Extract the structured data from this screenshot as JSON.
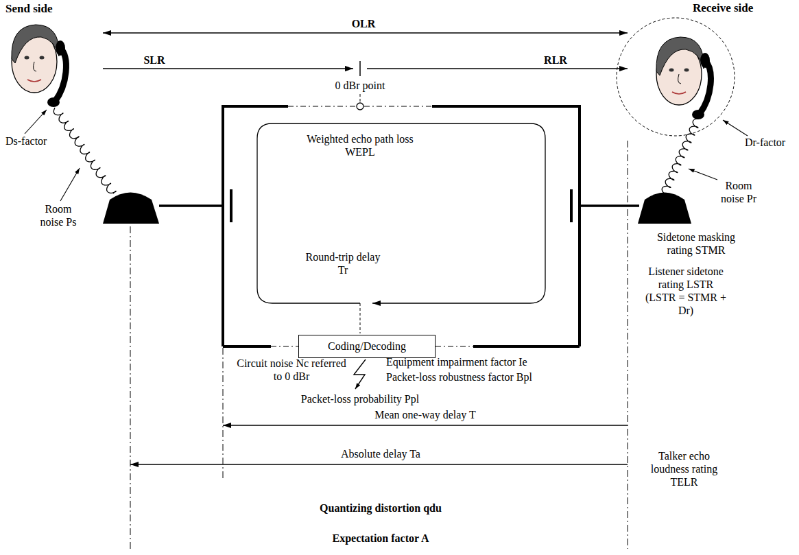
{
  "diagram": {
    "nodes": [
      {
        "text": [
          "Weighted echo path loss WEPL",
          "Round-trip delay Tr"
        ]
      },
      {
        "text": [
          "Coding/Decoding"
        ]
      }
    ],
    "labels": [
      "Send side",
      "Receive side",
      "OLR",
      "SLR",
      "RLR",
      "0 dBr point",
      "Ds-factor",
      "Room noise Ps",
      "Dr-factor",
      "Room noise Pr",
      "Sidetone masking rating STMR",
      "Listener sidetone rating LSTR (LSTR = STMR + Dr)",
      "Circuit noise Nc referred to 0 dBr",
      "Equipment impairment factor Ie",
      "Packet-loss robustness factor Bpl",
      "Packet-loss probability Ppl",
      "Mean one-way delay T",
      "Absolute delay Ta",
      "Talker echo loudness rating TELR",
      "Quantizing distortion qdu",
      "Expectation factor A"
    ]
  }
}
